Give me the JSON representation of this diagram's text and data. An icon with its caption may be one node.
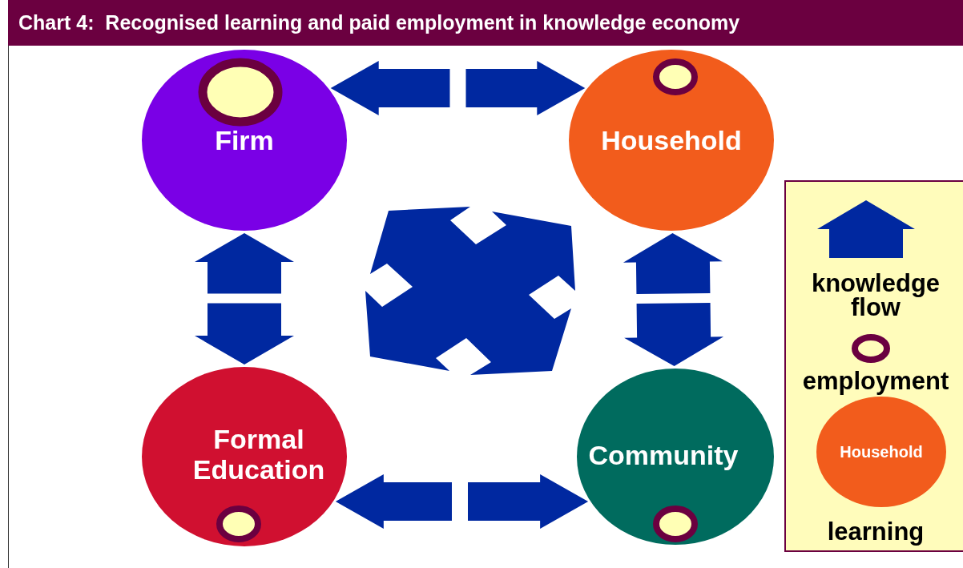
{
  "diagram": {
    "title": "Chart 4:  Recognised learning and paid employment in knowledge economy",
    "nodes": [
      {
        "text": [
          "Firm"
        ]
      },
      {
        "text": [
          "Household"
        ]
      },
      {
        "text": [
          "Formal Education"
        ]
      },
      {
        "text": [
          "Community"
        ]
      }
    ],
    "edges": [
      {
        "from": 0,
        "to": 1,
        "arrow": "both"
      },
      {
        "from": 0,
        "to": 2,
        "arrow": "both"
      },
      {
        "from": 1,
        "to": 3,
        "arrow": "both"
      },
      {
        "from": 2,
        "to": 3,
        "arrow": "both"
      }
    ],
    "labels": [
      "Household"
    ],
    "legend": [
      {
        "text": "knowledge flow"
      },
      {
        "text": "employment"
      },
      {
        "text": "learning",
        "color": "#f25c1c"
      }
    ]
  }
}
